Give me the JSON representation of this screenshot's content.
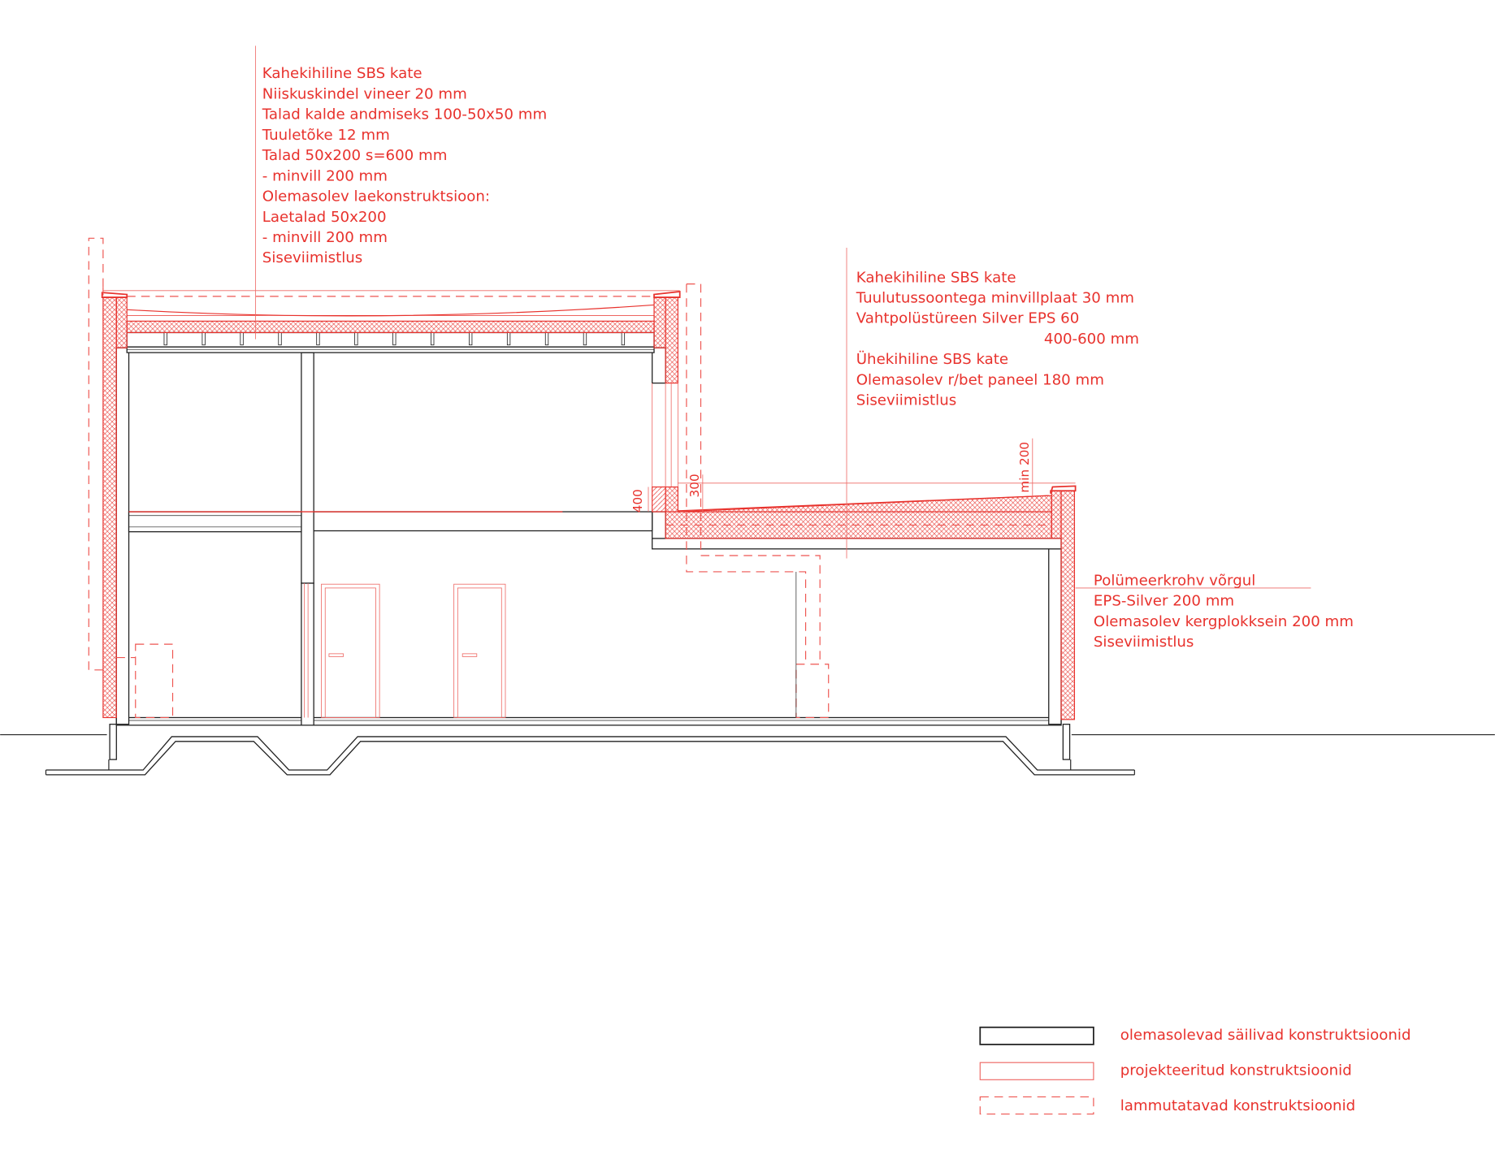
{
  "annotations": {
    "upper_roof": [
      "Kahekihiline SBS kate",
      "Niiskuskindel vineer 20 mm",
      "Talad kalde andmiseks 100-50x50 mm",
      "Tuuletõke 12 mm",
      "Talad 50x200 s=600 mm",
      "- minvill 200 mm",
      "Olemasolev laekonstruktsioon:",
      "Laetalad 50x200",
      "- minvill 200 mm",
      "Siseviimistlus"
    ],
    "lower_roof": [
      "Kahekihiline SBS kate",
      "Tuulutussoontega minvillplaat 30 mm",
      "Vahtpolüstüreen Silver EPS 60",
      "400-600 mm",
      "Ühekihiline SBS kate",
      "Olemasolev r/bet paneel 180 mm",
      "Siseviimistlus"
    ],
    "wall": [
      "Polümeerkrohv võrgul",
      "EPS-Silver 200 mm",
      "Olemasolev kergplokksein 200 mm",
      "Siseviimistlus"
    ]
  },
  "dimensions": {
    "parapet_upper": "400",
    "parapet_step": "300",
    "parapet_lower": "min 200"
  },
  "legend": [
    {
      "label": "olemasolevad säilivad konstruktsioonid",
      "style": "solid-black"
    },
    {
      "label": "projekteeritud konstruktsioonid",
      "style": "solid-red"
    },
    {
      "label": "lammutatavad konstruktsioonid",
      "style": "dashed-red"
    }
  ],
  "colors": {
    "new": "#e8322d",
    "existing": "#222222",
    "demolished": "#ee5550"
  }
}
